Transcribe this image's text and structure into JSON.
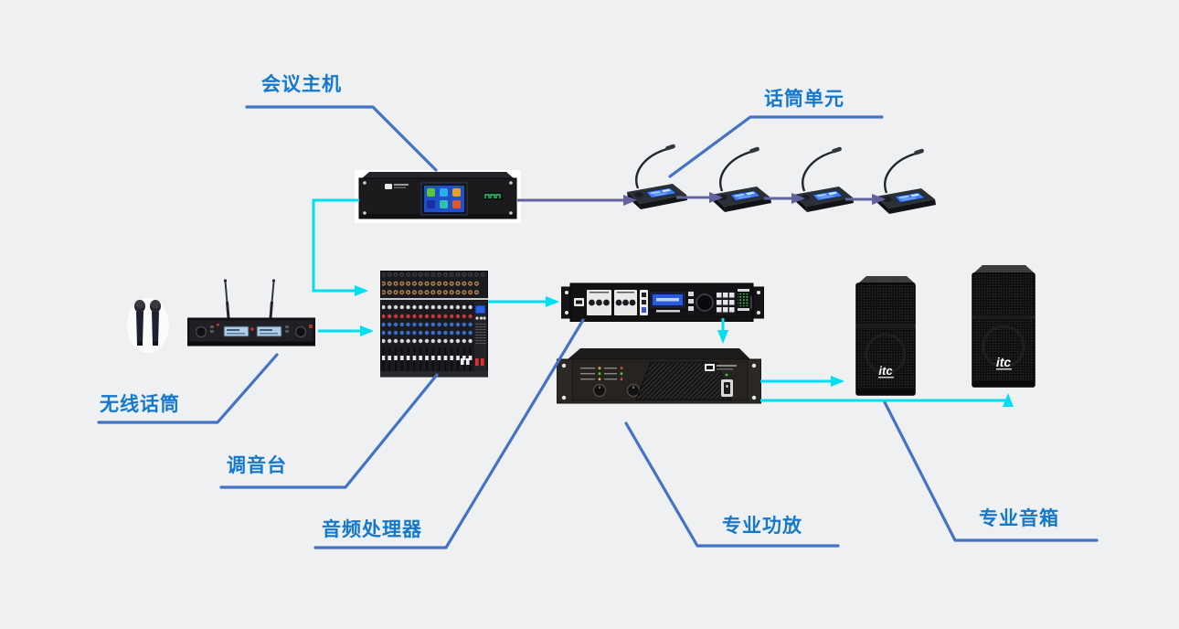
{
  "diagram": {
    "brand_logo": "itc",
    "nodes": [
      {
        "id": "conference-host",
        "label": "会议主机"
      },
      {
        "id": "mic-units",
        "label": "话筒单元"
      },
      {
        "id": "wireless-mic",
        "label": "无线话筒"
      },
      {
        "id": "mixer",
        "label": "调音台"
      },
      {
        "id": "audio-processor",
        "label": "音频处理器"
      },
      {
        "id": "amplifier",
        "label": "专业功放"
      },
      {
        "id": "speakers",
        "label": "专业音箱"
      }
    ],
    "connections": [
      {
        "from": "conference-host",
        "to": "mixer",
        "color": "cyan"
      },
      {
        "from": "conference-host",
        "to": "mic-unit-1",
        "color": "purple"
      },
      {
        "from": "mic-unit-1",
        "to": "mic-unit-2",
        "color": "purple"
      },
      {
        "from": "mic-unit-2",
        "to": "mic-unit-3",
        "color": "purple"
      },
      {
        "from": "mic-unit-3",
        "to": "mic-unit-4",
        "color": "purple"
      },
      {
        "from": "wireless-receiver",
        "to": "mixer",
        "color": "cyan"
      },
      {
        "from": "mixer",
        "to": "audio-processor",
        "color": "cyan"
      },
      {
        "from": "audio-processor",
        "to": "amplifier",
        "color": "cyan"
      },
      {
        "from": "amplifier",
        "to": "speaker-left",
        "color": "cyan"
      },
      {
        "from": "amplifier",
        "to": "speaker-right",
        "color": "cyan"
      }
    ],
    "colors": {
      "background": "#eef0f1",
      "label_text": "#1478cc",
      "leader_line": "#4472c4",
      "signal_cyan": "#00dff0",
      "signal_purple": "#62629f"
    }
  }
}
